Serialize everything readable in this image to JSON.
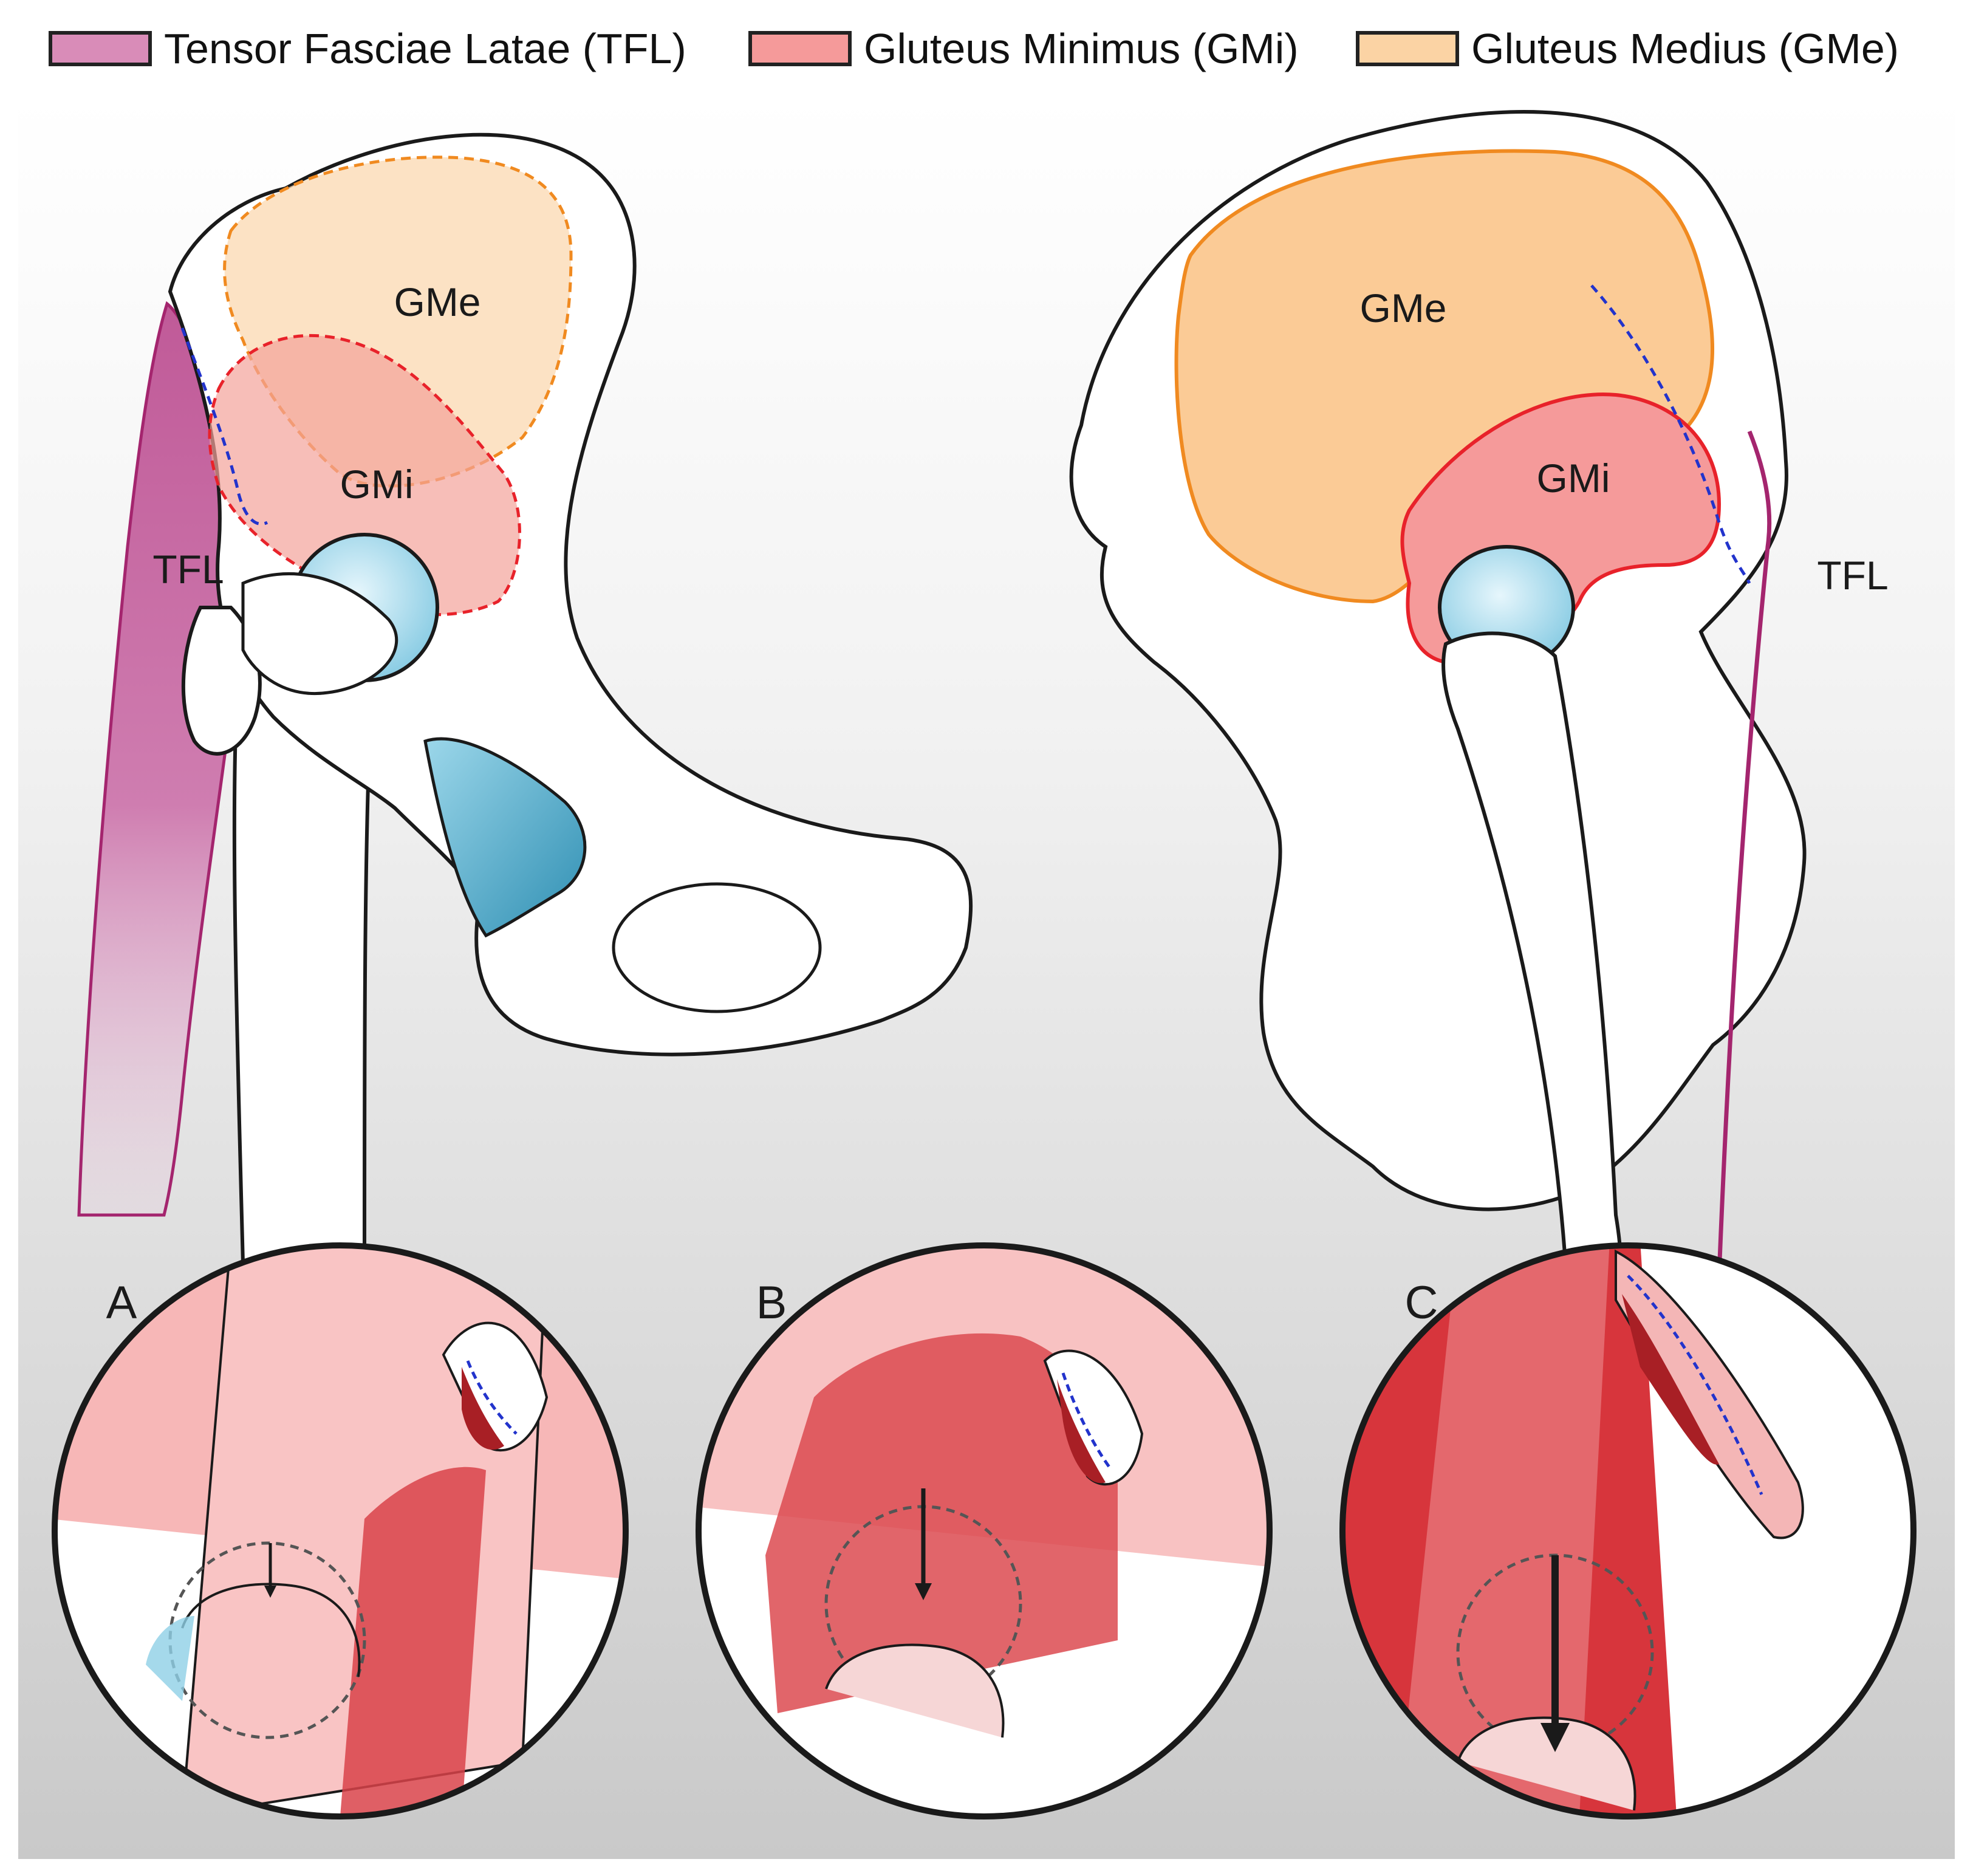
{
  "legend": [
    {
      "label": "Tensor Fasciae Latae (TFL)",
      "color": "#d98cb8"
    },
    {
      "label": "Gluteus Minimus (GMi)",
      "color": "#f59a9a"
    },
    {
      "label": "Gluteus Medius (GMe)",
      "color": "#fbd3a4"
    }
  ],
  "left_view": {
    "gme": "GMe",
    "gmi": "GMi",
    "tfl": "TFL"
  },
  "right_view": {
    "gme": "GMe",
    "gmi": "GMi",
    "tfl": "TFL"
  },
  "panels": [
    {
      "label": "A",
      "arrow": "small"
    },
    {
      "label": "B",
      "arrow": "medium"
    },
    {
      "label": "C",
      "arrow": "large"
    }
  ],
  "colors": {
    "tfl": "#cc6fa5",
    "gmi": "#f08080",
    "gme": "#fad2a0",
    "cartilage": "#8fd0e6",
    "bone": "#ffffff",
    "outline": "#1a1a1a",
    "muscle_dark": "#d7353c"
  }
}
